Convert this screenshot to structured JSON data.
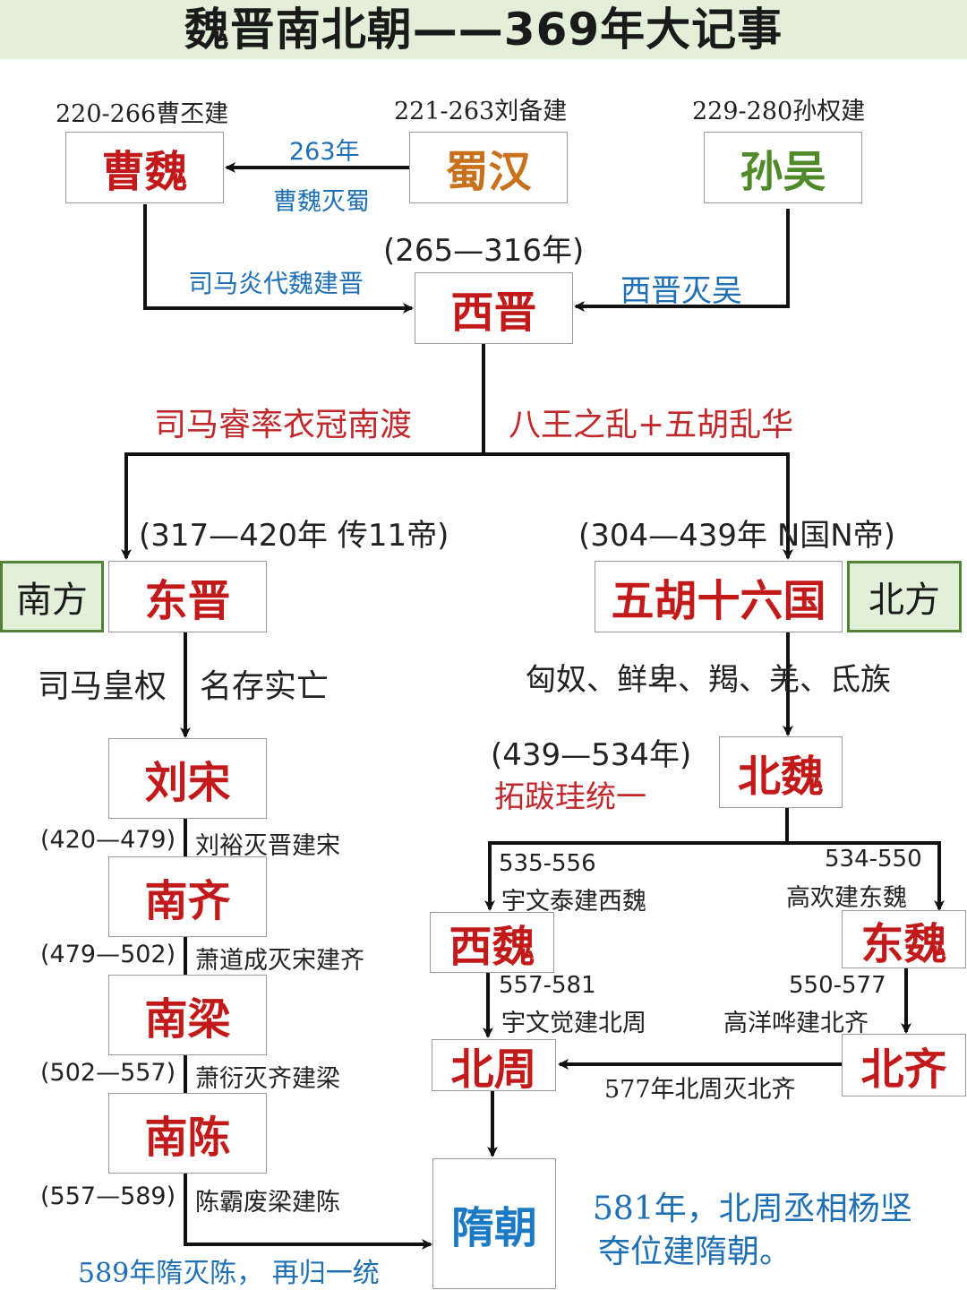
{
  "title": "魏晋南北朝——369年大记事",
  "states": {
    "cao_wei": {
      "name": "曹魏",
      "note": "220-266曹丕建"
    },
    "shu_han": {
      "name": "蜀汉",
      "note": "221-263刘备建"
    },
    "sun_wu": {
      "name": "孙吴",
      "note": "229-280孙权建"
    },
    "xi_jin": {
      "name": "西晋",
      "period": "(265—316年)"
    },
    "dong_jin": {
      "name": "东晋",
      "period": "(317—420年  传11帝)"
    },
    "wuhu": {
      "name": "五胡十六国",
      "period": "(304—439年  N国N帝)"
    },
    "liu_song": {
      "name": "刘宋",
      "period": "(420—479)",
      "note": "刘裕灭晋建宋"
    },
    "nan_qi": {
      "name": "南齐",
      "period": "(479—502)",
      "note": "萧道成灭宋建齐"
    },
    "nan_liang": {
      "name": "南梁",
      "period": "(502—557)",
      "note": "萧衍灭齐建梁"
    },
    "nan_chen": {
      "name": "南陈",
      "period": "(557—589)",
      "note": "陈霸废梁建陈"
    },
    "bei_wei": {
      "name": "北魏",
      "period": "(439—534年)",
      "note": "拓跋珪统一"
    },
    "xi_wei": {
      "name": "西魏",
      "period": "535-556",
      "note": "宇文泰建西魏"
    },
    "dong_wei": {
      "name": "东魏",
      "period": "534-550",
      "note": "高欢建东魏"
    },
    "bei_zhou": {
      "name": "北周",
      "period": "557-581",
      "note": "宇文觉建北周"
    },
    "bei_qi": {
      "name": "北齐",
      "period": "550-577",
      "note": "高洋哗建北齐"
    },
    "sui": {
      "name": "隋朝"
    }
  },
  "regions": {
    "south": "南方",
    "north": "北方"
  },
  "events": {
    "wei_conquers_shu_year": "263年",
    "wei_conquers_shu": "曹魏灭蜀",
    "sima_yan": "司马炎代魏建晋",
    "jin_conquers_wu": "西晋灭吴",
    "south_migration": "司马睿率衣冠南渡",
    "eight_princes": "八王之乱+五胡乱华",
    "sima_power_left": "司马皇权",
    "sima_power_right": "名存实亡",
    "ethnic_groups": "匈奴、鲜卑、羯、羌、氐族",
    "zhou_conquers_qi": "577年北周灭北齐",
    "sui_conquers_chen": "589年隋灭陈，  再归一统",
    "yang_jian_line1": "581年，北周丞相杨坚",
    "yang_jian_line2": "夺位建隋朝。"
  },
  "colors": {
    "header_bg": "#e3efd9",
    "state_red": "#c21a1a",
    "shu_orange": "#c9701c",
    "wu_green": "#4f8a2a",
    "sui_blue": "#1c7ac4",
    "region_border": "#548235",
    "event_blue": "#1f6fb5",
    "event_red": "#c0282b"
  }
}
